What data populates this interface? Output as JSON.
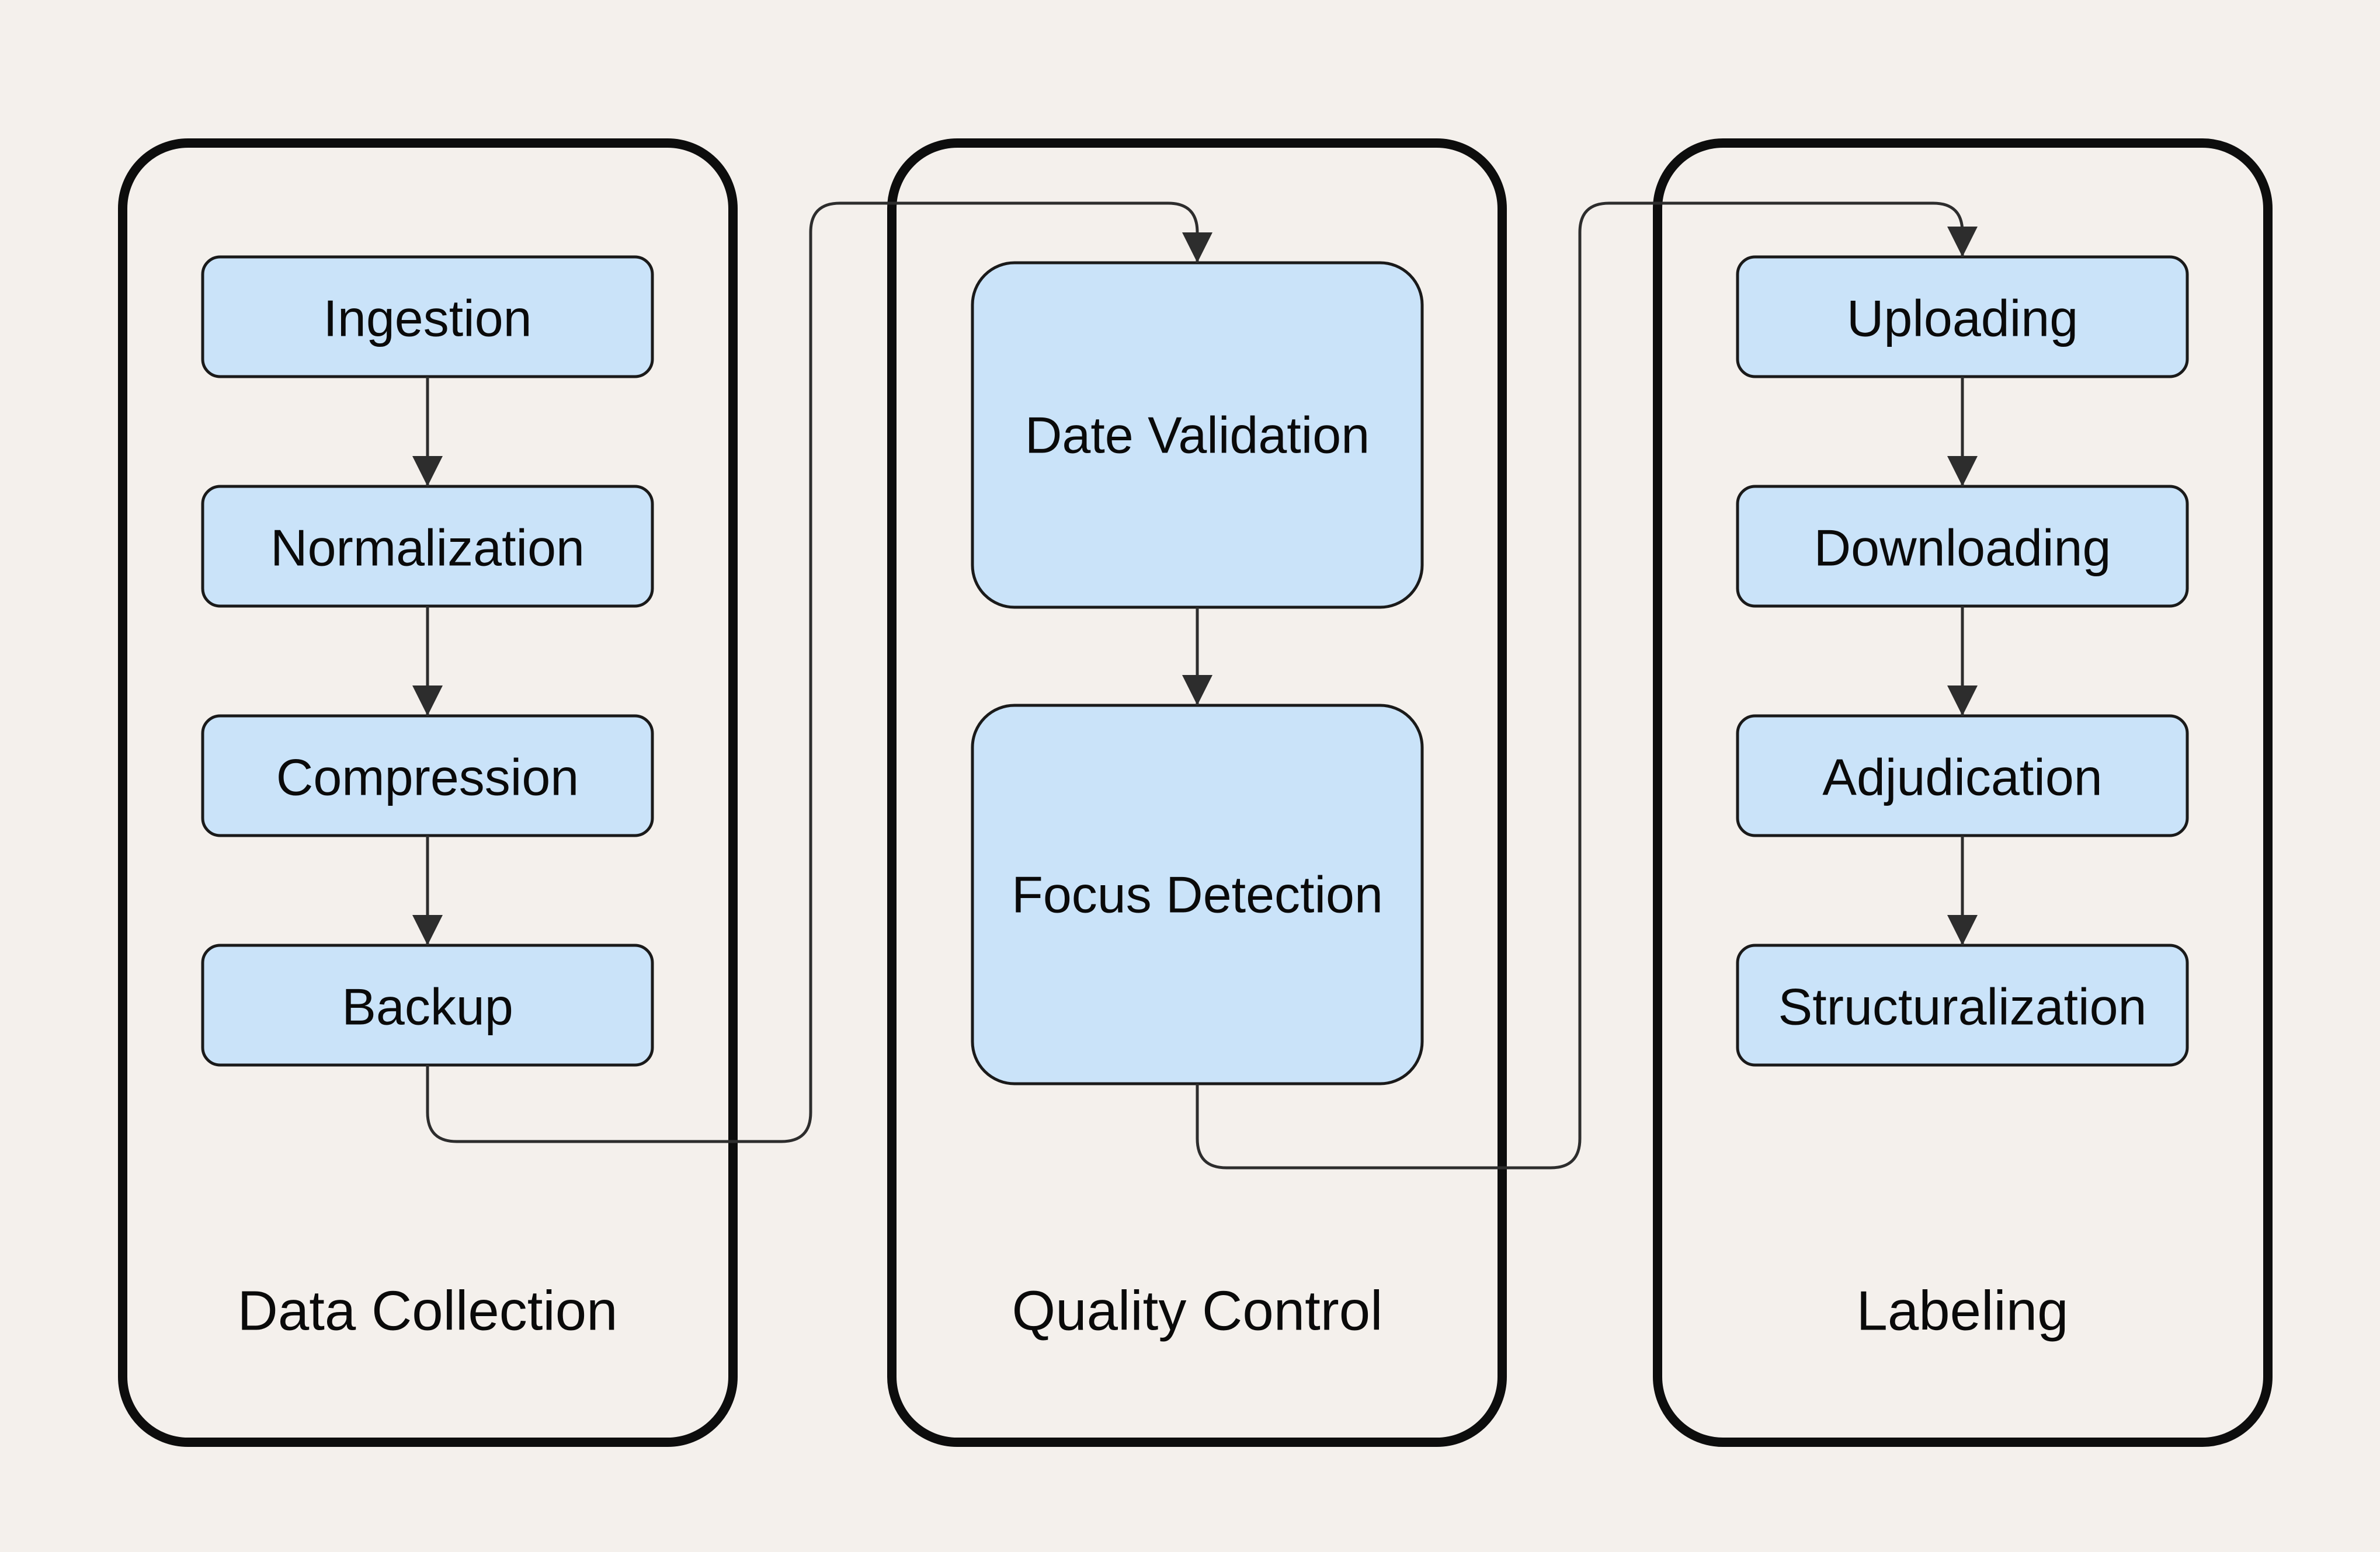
{
  "diagram": {
    "type": "flowchart",
    "colors": {
      "background": "#f4f0ec",
      "node_fill": "#cae3f9",
      "node_stroke": "#1a1a1a",
      "container_stroke": "#0d0d0d",
      "edge_color": "#2d2d2d",
      "text_color": "#0a0a0a"
    },
    "containers": [
      {
        "id": "data-collection",
        "label": "Data Collection",
        "nodes": [
          {
            "id": "ingestion",
            "label": "Ingestion"
          },
          {
            "id": "normalization",
            "label": "Normalization"
          },
          {
            "id": "compression",
            "label": "Compression"
          },
          {
            "id": "backup",
            "label": "Backup"
          }
        ]
      },
      {
        "id": "quality-control",
        "label": "Quality Control",
        "nodes": [
          {
            "id": "date-validation",
            "label": "Date Validation"
          },
          {
            "id": "focus-detection",
            "label": "Focus Detection"
          }
        ]
      },
      {
        "id": "labeling",
        "label": "Labeling",
        "nodes": [
          {
            "id": "uploading",
            "label": "Uploading"
          },
          {
            "id": "downloading",
            "label": "Downloading"
          },
          {
            "id": "adjudication",
            "label": "Adjudication"
          },
          {
            "id": "structuralization",
            "label": "Structuralization"
          }
        ]
      }
    ],
    "edges": [
      {
        "from": "ingestion",
        "to": "normalization"
      },
      {
        "from": "normalization",
        "to": "compression"
      },
      {
        "from": "compression",
        "to": "backup"
      },
      {
        "from": "backup",
        "to": "date-validation"
      },
      {
        "from": "date-validation",
        "to": "focus-detection"
      },
      {
        "from": "focus-detection",
        "to": "uploading"
      },
      {
        "from": "uploading",
        "to": "downloading"
      },
      {
        "from": "downloading",
        "to": "adjudication"
      },
      {
        "from": "adjudication",
        "to": "structuralization"
      }
    ],
    "icons": [
      {
        "name": "arrowhead-icon",
        "meaning": "flow direction arrow"
      }
    ]
  }
}
